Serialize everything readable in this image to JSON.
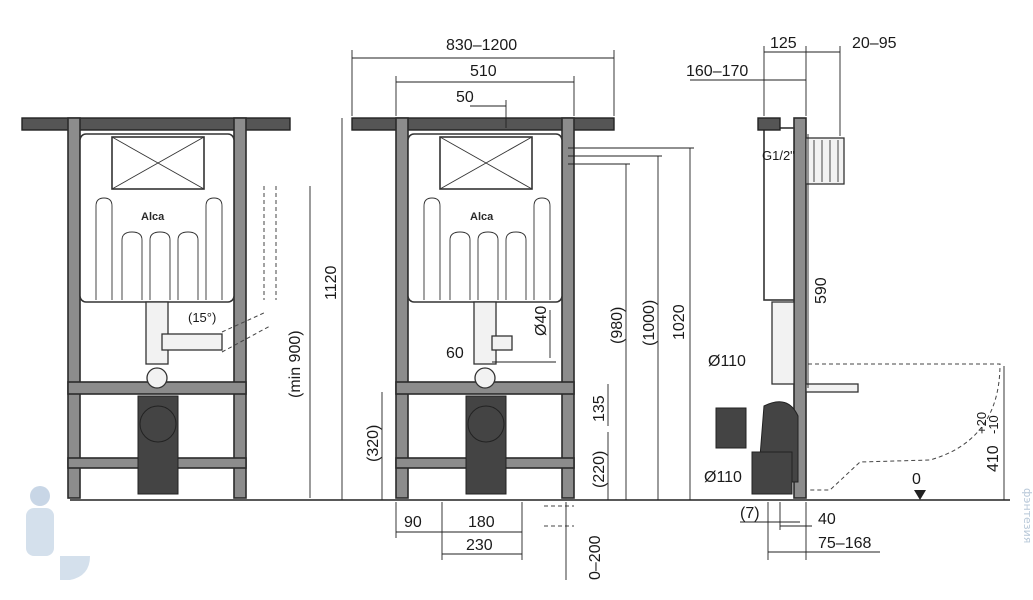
{
  "brand": {
    "name": "Alca"
  },
  "labels": {
    "inlet_thread": "G1/2\"",
    "outlet_pipe": "Ø110",
    "drain_pipe": "Ø110",
    "angle": "(15°)",
    "floor_zero": "0"
  },
  "dimensions": {
    "width_range": "830–1200",
    "frame_width": "510",
    "inlet_offset": "50",
    "depth_125": "125",
    "depth_20_95": "20–95",
    "depth_160_170": "160–170",
    "inlet_height_980": "(980)",
    "inlet_height_1000": "(1000)",
    "height_1020": "1020",
    "total_height": "1120",
    "min_900": "(min 900)",
    "flush_590": "590",
    "pipe_d40": "Ø40",
    "offset_60": "60",
    "dim_135": "135",
    "dim_320": "(320)",
    "dim_220": "(220)",
    "foot_90": "90",
    "foot_180": "180",
    "foot_230": "230",
    "floor_0_200": "0–200",
    "side_7": "(7)",
    "side_40": "40",
    "side_75_168": "75–168",
    "pan_height": "410",
    "pan_tol_plus": "+20",
    "pan_tol_minus": "-10"
  },
  "watermark": "фэнтезия"
}
